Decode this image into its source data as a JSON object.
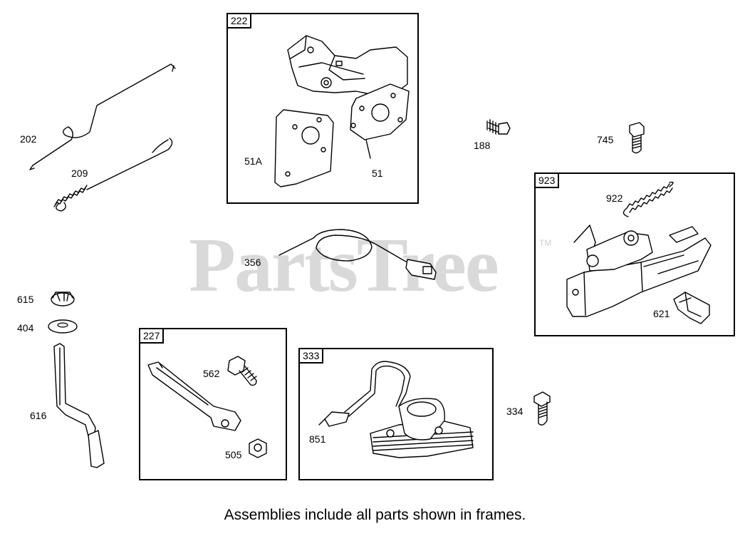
{
  "watermark": {
    "text": "PartsTree",
    "trademark": "TM"
  },
  "frames": {
    "f222": {
      "tag": "222"
    },
    "f923": {
      "tag": "923"
    },
    "f227": {
      "tag": "227"
    },
    "f333": {
      "tag": "333"
    }
  },
  "labels": {
    "p202": "202",
    "p209": "209",
    "p51A": "51A",
    "p51": "51",
    "p188": "188",
    "p745": "745",
    "p922": "922",
    "p621": "621",
    "p356": "356",
    "p615": "615",
    "p404": "404",
    "p616": "616",
    "p562": "562",
    "p505": "505",
    "p851": "851",
    "p334": "334"
  },
  "caption": "Assemblies include all parts shown in frames."
}
